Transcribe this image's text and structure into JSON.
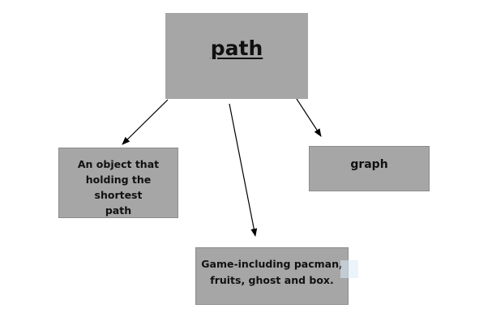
{
  "diagram": {
    "root": {
      "label": "path"
    },
    "children": [
      {
        "id": "object",
        "label": "An object that holding the shortest path",
        "lines": [
          "An object that",
          "holding the shortest",
          "path"
        ]
      },
      {
        "id": "graph",
        "label": "graph",
        "lines": [
          "graph"
        ]
      },
      {
        "id": "game",
        "label": "Game-including pacman, fruits, ghost and box.",
        "lines": [
          "Game-including pacman,",
          "fruits, ghost and box."
        ]
      }
    ],
    "edges": [
      {
        "from": "path",
        "to": "An object that holding the shortest path"
      },
      {
        "from": "path",
        "to": "Game-including pacman, fruits, ghost and box."
      },
      {
        "from": "path",
        "to": "graph"
      }
    ]
  },
  "colors": {
    "node_fill": "#a6a6a6",
    "node_border": "#8c8c8c",
    "text": "#111111",
    "arrow": "#000000",
    "background": "#ffffff"
  }
}
